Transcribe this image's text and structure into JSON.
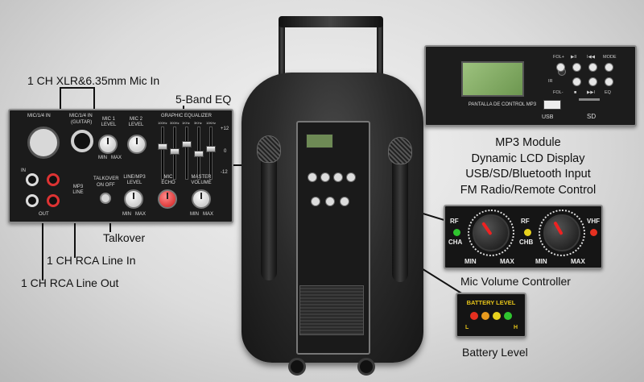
{
  "callouts": {
    "mic_in": "1 CH XLR&6.35mm Mic In",
    "eq": "5-Band EQ",
    "talkover": "Talkover",
    "rca_in": "1 CH RCA Line In",
    "rca_out": "1 CH RCA Line Out",
    "mp3_lines": [
      "MP3 Module",
      "Dynamic LCD Display",
      "USB/SD/Bluetooth Input",
      "FM Radio/Remote Control"
    ],
    "mic_volume": "Mic Volume Controller",
    "battery": "Battery Level"
  },
  "mixer_panel": {
    "mic_input": "MIC/1/4 IN",
    "guitar_input": "MIC/1/4 IN",
    "guitar": "(GUITAR)",
    "mic1_level": "MIC 1 LEVEL",
    "mic2_level": "MIC 2 LEVEL",
    "eq_title": "GRAPHIC EQUALIZER",
    "eq_bands": [
      "100Hz",
      "300Hz",
      "1KHz",
      "3KHz",
      "10KHz"
    ],
    "eq_db_top": "+12",
    "eq_db_mid": "0",
    "eq_db_bot": "-12",
    "talkover": "TALKOVER",
    "talkover_state": "ON OFF",
    "line_mp3_level": "LINE/MP3 LEVEL",
    "mic_echo": "MIC ECHO",
    "master_volume": "MASTER VOLUME",
    "min": "MIN",
    "max": "MAX",
    "in": "IN",
    "out": "OUT",
    "mp3_line": "MP3 LINE",
    "eq_levels": [
      0.35,
      0.45,
      0.3,
      0.5,
      0.4
    ]
  },
  "mp3_panel": {
    "caption": "PANTALLA DE CONTROL MP3",
    "usb": "USB",
    "sd": "SD",
    "ir": "IR",
    "buttons_row1": [
      "FOL+",
      "▶II",
      "I◀◀",
      "MODE"
    ],
    "buttons_row3": [
      "FOL-",
      "■",
      "▶▶I",
      "EQ"
    ]
  },
  "volume_panel": {
    "rf": "RF",
    "cha": "CHA",
    "chb": "CHB",
    "vhf": "VHF",
    "min": "MIN",
    "max": "MAX",
    "led_colors": [
      "#2fc42f",
      "#e8d21e",
      "#e53020"
    ]
  },
  "battery_panel": {
    "title": "BATTERY LEVEL",
    "low": "L",
    "high": "H",
    "led_colors": [
      "#e53020",
      "#e89a1e",
      "#e8d21e",
      "#2fc42f"
    ]
  }
}
